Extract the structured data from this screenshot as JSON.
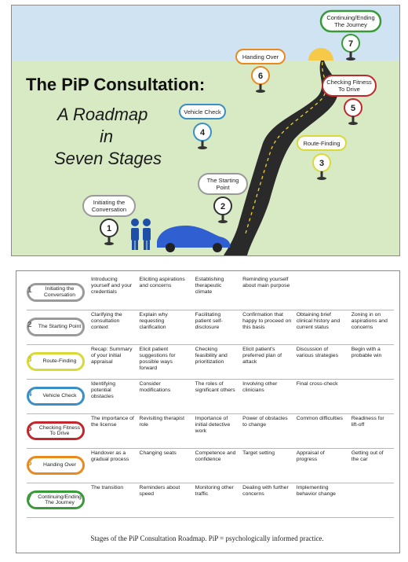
{
  "roadmap": {
    "title_line1": "The PiP Consultation:",
    "title_line2": "A Roadmap",
    "title_line3": "in",
    "title_line4": "Seven Stages",
    "signs": [
      {
        "number": "1",
        "line1": "Initiating the",
        "line2": "Conversation"
      },
      {
        "number": "2",
        "line1": "The Starting",
        "line2": "Point"
      },
      {
        "number": "3",
        "line1": "Route-Finding",
        "line2": ""
      },
      {
        "number": "4",
        "line1": "Vehicle Check",
        "line2": ""
      },
      {
        "number": "5",
        "line1": "Checking Fitness",
        "line2": "To Drive"
      },
      {
        "number": "6",
        "line1": "Handing Over",
        "line2": ""
      },
      {
        "number": "7",
        "line1": "Continuing/Ending",
        "line2": "The Journey"
      }
    ]
  },
  "colors": {
    "sky": "#cfe3f2",
    "grass": "#d8eac4",
    "stage_1": "#9a9a9a",
    "stage_2": "#9a9a9a",
    "stage_3": "#d9d93a",
    "stage_4": "#3a8fc4",
    "stage_5": "#c0282d",
    "stage_6": "#e88a1e",
    "stage_7": "#3a9a3a"
  },
  "table": {
    "rows": [
      {
        "number": "1",
        "label": "Initiating the Conversation",
        "cells": [
          "Introducing yourself and your credentials",
          "Eliciting aspirations and concerns",
          "Establishing therapeutic climate",
          "Reminding yourself about main purpose",
          "",
          ""
        ]
      },
      {
        "number": "2",
        "label": "The Starting Point",
        "cells": [
          "Clarifying the consultation context",
          "Explain why requesting clarification",
          "Facilitating patient self-disclosure",
          "Confirmation that happy to proceed on this basis",
          "Obtaining brief clinical history and current status",
          "Zoning in on aspirations and concerns"
        ]
      },
      {
        "number": "3",
        "label": "Route-Finding",
        "cells": [
          "Recap: Summary of your initial appraisal",
          "Elicit patient suggestions for possible ways forward",
          "Checking feasibility and prioritization",
          "Elicit patient's preferred plan of attack",
          "Discussion of various strategies",
          "Begin with a probable win"
        ]
      },
      {
        "number": "4",
        "label": "Vehicle Check",
        "cells": [
          "Identifying potential obstacles",
          "Consider modifications",
          "The roles of significant others",
          "Involving other clinicians",
          "Final cross-check",
          ""
        ]
      },
      {
        "number": "5",
        "label": "Checking Fitness To Drive",
        "cells": [
          "The importance of the license",
          "Revisiting therapist role",
          "Importance of initial detective work",
          "Power of obstacles to change",
          "Common difficulties",
          "Readiness for lift-off"
        ]
      },
      {
        "number": "6",
        "label": "Handing Over",
        "cells": [
          "Handover as a gradual process",
          "Changing seats",
          "Competence and confidence",
          "Target setting",
          "Appraisal of progress",
          "Getting out of the car"
        ]
      },
      {
        "number": "7",
        "label": "Continuing/Ending The Journey",
        "cells": [
          "The transition",
          "Reminders about speed",
          "Monitoring other traffic",
          "Dealing with further concerns",
          "Implementing behavior change",
          ""
        ]
      }
    ]
  },
  "caption": "Stages of the PiP Consultation Roadmap. PiP = psychologically informed practice."
}
